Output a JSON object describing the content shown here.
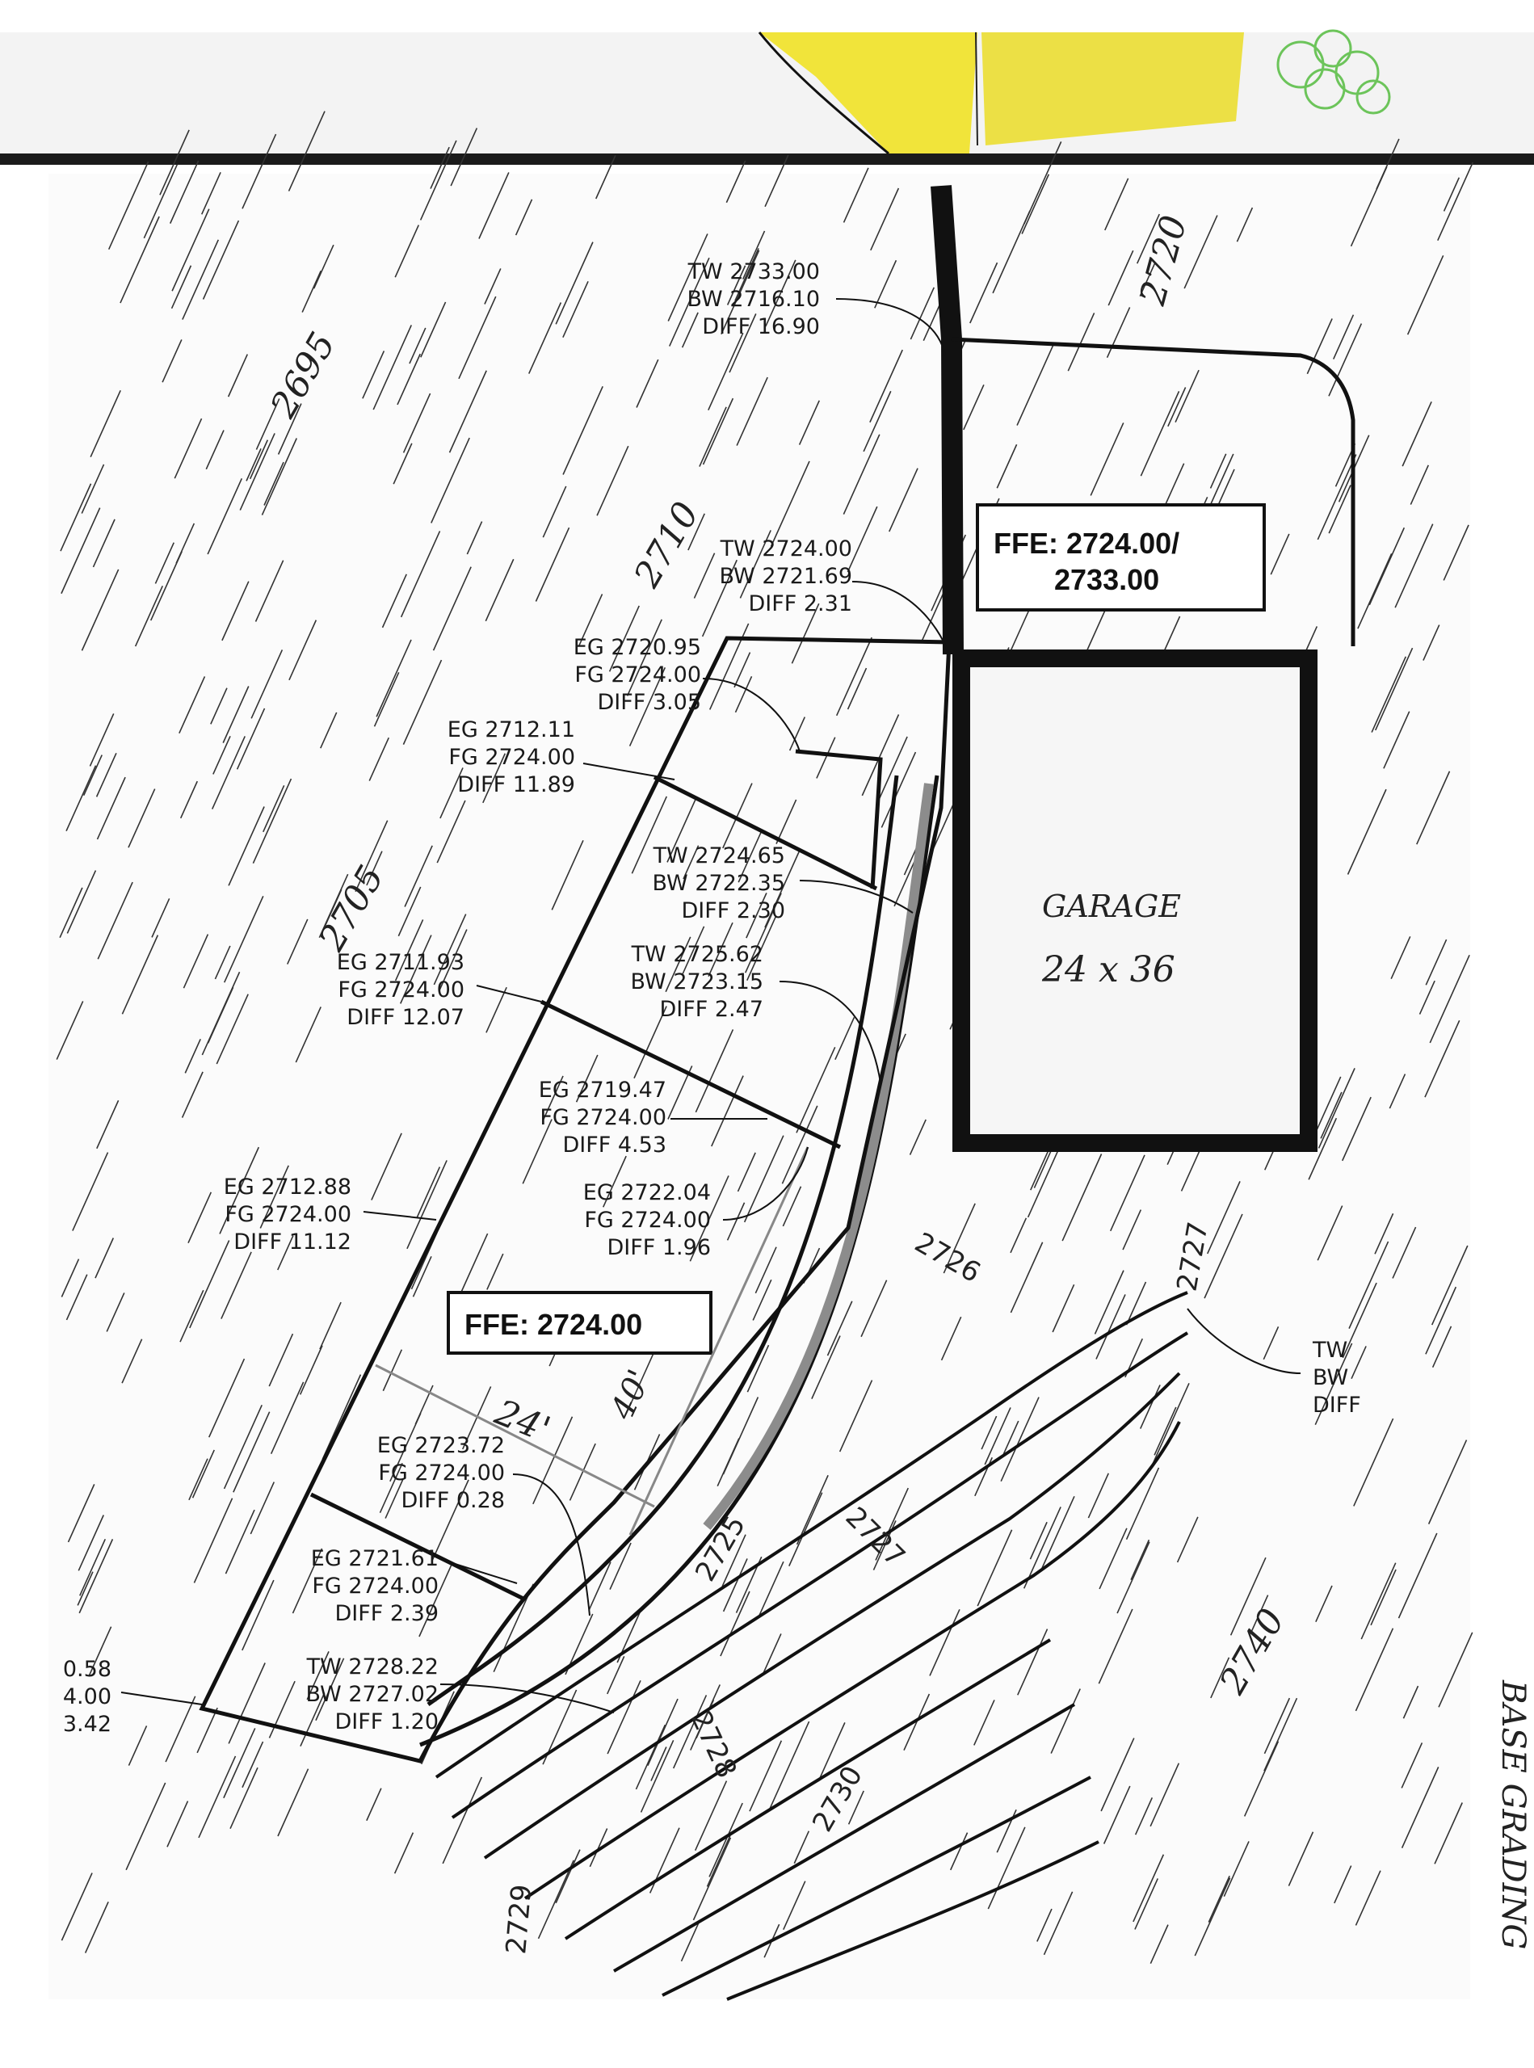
{
  "colors": {
    "paper": "#fbfbfb",
    "hatch": "#222222",
    "highlight_yellow": "#f1e43a",
    "highlight_green": "#6cc45a",
    "shadow_gray": "#9a9a9a"
  },
  "labels": [
    {
      "id": "tw1",
      "lines": [
        "TW 2733.00",
        "BW 2716.10",
        "DIFF 16.90"
      ]
    },
    {
      "id": "tw2",
      "lines": [
        "TW 2724.00",
        "BW 2721.69",
        "DIFF 2.31"
      ]
    },
    {
      "id": "eg1",
      "lines": [
        "EG 2720.95",
        "FG 2724.00",
        "DIFF 3.05"
      ]
    },
    {
      "id": "eg2",
      "lines": [
        "EG 2712.11",
        "FG 2724.00",
        "DIFF 11.89"
      ]
    },
    {
      "id": "tw3",
      "lines": [
        "TW 2724.65",
        "BW 2722.35",
        "DIFF 2.30"
      ]
    },
    {
      "id": "tw4",
      "lines": [
        "TW 2725.62",
        "BW 2723.15",
        "DIFF 2.47"
      ]
    },
    {
      "id": "eg3",
      "lines": [
        "EG 2711.93",
        "FG 2724.00",
        "DIFF 12.07"
      ]
    },
    {
      "id": "eg4",
      "lines": [
        "EG 2719.47",
        "FG 2724.00",
        "DIFF 4.53"
      ]
    },
    {
      "id": "eg5",
      "lines": [
        "EG 2712.88",
        "FG 2724.00",
        "DIFF 11.12"
      ]
    },
    {
      "id": "eg6",
      "lines": [
        "EG 2722.04",
        "FG 2724.00",
        "DIFF 1.96"
      ]
    },
    {
      "id": "eg7",
      "lines": [
        "EG 2723.72",
        "FG 2724.00",
        "DIFF 0.28"
      ]
    },
    {
      "id": "eg8",
      "lines": [
        "EG 2721.61",
        "FG 2724.00",
        "DIFF 2.39"
      ]
    },
    {
      "id": "tw5",
      "lines": [
        "TW 2728.22",
        "BW 2727.02",
        "DIFF 1.20"
      ]
    },
    {
      "id": "cut",
      "lines": [
        "0.58",
        "4.00",
        "3.42"
      ]
    },
    {
      "id": "twbw",
      "lines": [
        "TW",
        "BW",
        "DIFF"
      ]
    }
  ],
  "ffe_upper": [
    "FFE:  2724.00/",
    "2733.00"
  ],
  "ffe_lower": "FFE:  2724.00",
  "garage": {
    "line1": "GARAGE",
    "line2": "24 x 36"
  },
  "dims": {
    "width": "24'",
    "depth": "40'"
  },
  "contours": [
    "2695",
    "2705",
    "2710",
    "2720",
    "2726",
    "2727",
    "2727",
    "2725",
    "2728",
    "2730",
    "2740",
    "2729"
  ],
  "sheet_title": "BASE GRADING"
}
